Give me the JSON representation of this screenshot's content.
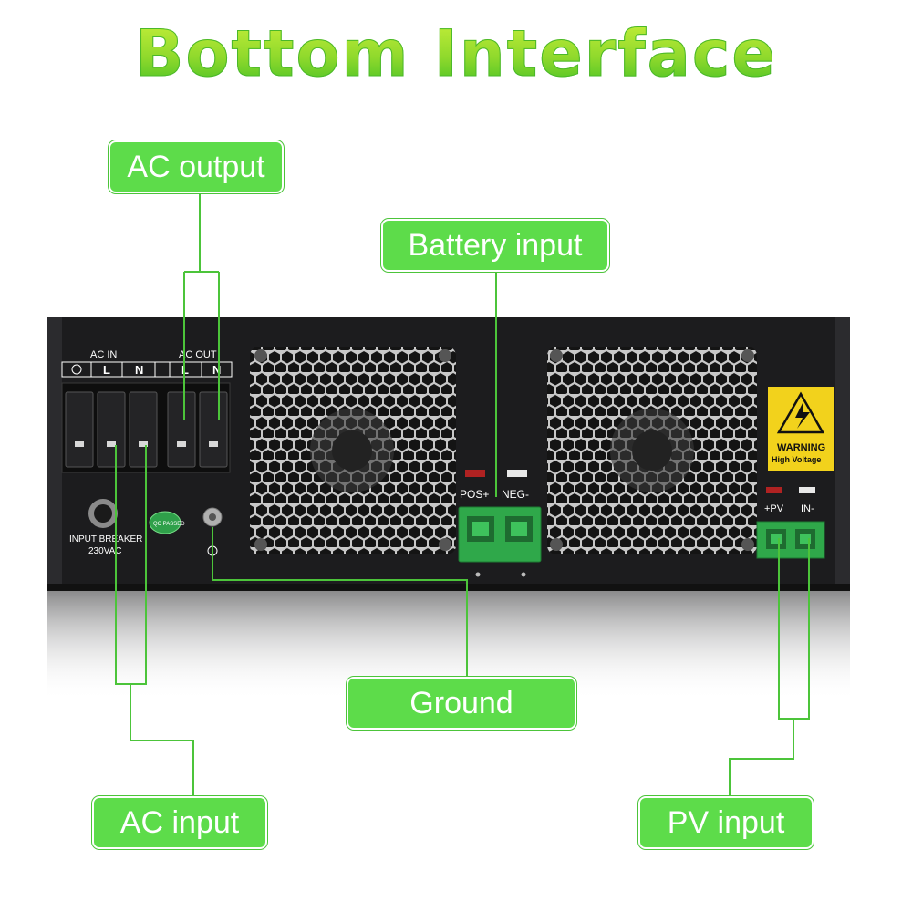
{
  "title": "Bottom Interface",
  "callouts": {
    "ac_output": "AC output",
    "battery_input": "Battery input",
    "ground": "Ground",
    "ac_input": "AC input",
    "pv_input": "PV input"
  },
  "panel_text": {
    "ac_in": "AC  IN",
    "ac_out": "AC  OUT",
    "l": "L",
    "n": "N",
    "input_breaker": "INPUT  BREAKER",
    "voltage": "230VAC",
    "qc": "QC PASSED",
    "pos": "POS+",
    "neg": "NEG-",
    "pv_pos": "+PV",
    "pv_neg": "IN-",
    "warning": "WARNING",
    "high_voltage": "High Voltage"
  },
  "colors": {
    "accent_green": "#5ddc4a",
    "line_green": "#4cc43a",
    "panel": "#1c1c1e",
    "terminal_green": "#2fa84a"
  }
}
